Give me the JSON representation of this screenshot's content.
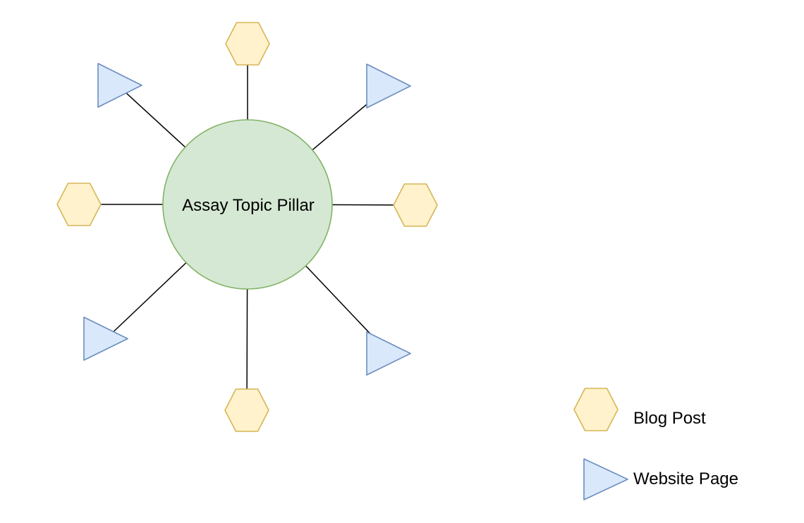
{
  "diagram": {
    "center_label": "Assay Topic Pillar",
    "nodes": [
      {
        "type": "blog-post",
        "shape": "hexagon",
        "position": "top"
      },
      {
        "type": "website-page",
        "shape": "triangle",
        "position": "top-right"
      },
      {
        "type": "blog-post",
        "shape": "hexagon",
        "position": "right"
      },
      {
        "type": "website-page",
        "shape": "triangle",
        "position": "bottom-right"
      },
      {
        "type": "blog-post",
        "shape": "hexagon",
        "position": "bottom"
      },
      {
        "type": "website-page",
        "shape": "triangle",
        "position": "bottom-left"
      },
      {
        "type": "blog-post",
        "shape": "hexagon",
        "position": "left"
      },
      {
        "type": "website-page",
        "shape": "triangle",
        "position": "top-left"
      }
    ],
    "connector_count": "8"
  },
  "legend": {
    "items": [
      {
        "shape": "hexagon",
        "label": "Blog Post"
      },
      {
        "shape": "triangle",
        "label": "Website Page"
      }
    ]
  },
  "colors": {
    "background": "#ffffff",
    "pillar_fill": "#d5e8d4",
    "pillar_stroke": "#82b366",
    "blog_fill": "#fff2cc",
    "blog_stroke": "#d6b656",
    "website_fill": "#dae8fc",
    "website_stroke": "#6c8ebf",
    "connector": "#000000",
    "text": "#000000"
  }
}
